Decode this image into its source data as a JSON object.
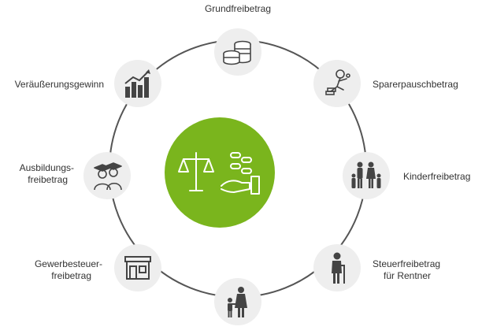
{
  "colors": {
    "hub": "#7ab51d",
    "ring": "#555555",
    "node_bg": "#eeeeee",
    "icon": "#444444",
    "text": "#333333"
  },
  "hub": {
    "icon": "scales-and-coins-on-hand-icon"
  },
  "nodes": [
    {
      "id": "grundfreibetrag",
      "label_lines": [
        "Grundfreibetrag"
      ],
      "icon": "coin-stacks-icon"
    },
    {
      "id": "sparerpauschbetrag",
      "label_lines": [
        "Sparerpauschbetrag"
      ],
      "icon": "child-on-coins-icon"
    },
    {
      "id": "kinderfreibetrag",
      "label_lines": [
        "Kinderfreibetrag"
      ],
      "icon": "family-icon"
    },
    {
      "id": "rentner",
      "label_lines": [
        "Steuerfreibetrag",
        "für Rentner"
      ],
      "icon": "elderly-person-icon"
    },
    {
      "id": "alleinerziehend",
      "label_lines": [],
      "icon": "parent-with-child-icon"
    },
    {
      "id": "gewerbesteuer",
      "label_lines": [
        "Gewerbesteuer-",
        "freibetrag"
      ],
      "icon": "shop-icon"
    },
    {
      "id": "ausbildung",
      "label_lines": [
        "Ausbildungs-",
        "freibetrag"
      ],
      "icon": "graduates-icon"
    },
    {
      "id": "veraeusserung",
      "label_lines": [
        "Veräußerungsgewinn"
      ],
      "icon": "rising-bar-chart-icon"
    }
  ]
}
